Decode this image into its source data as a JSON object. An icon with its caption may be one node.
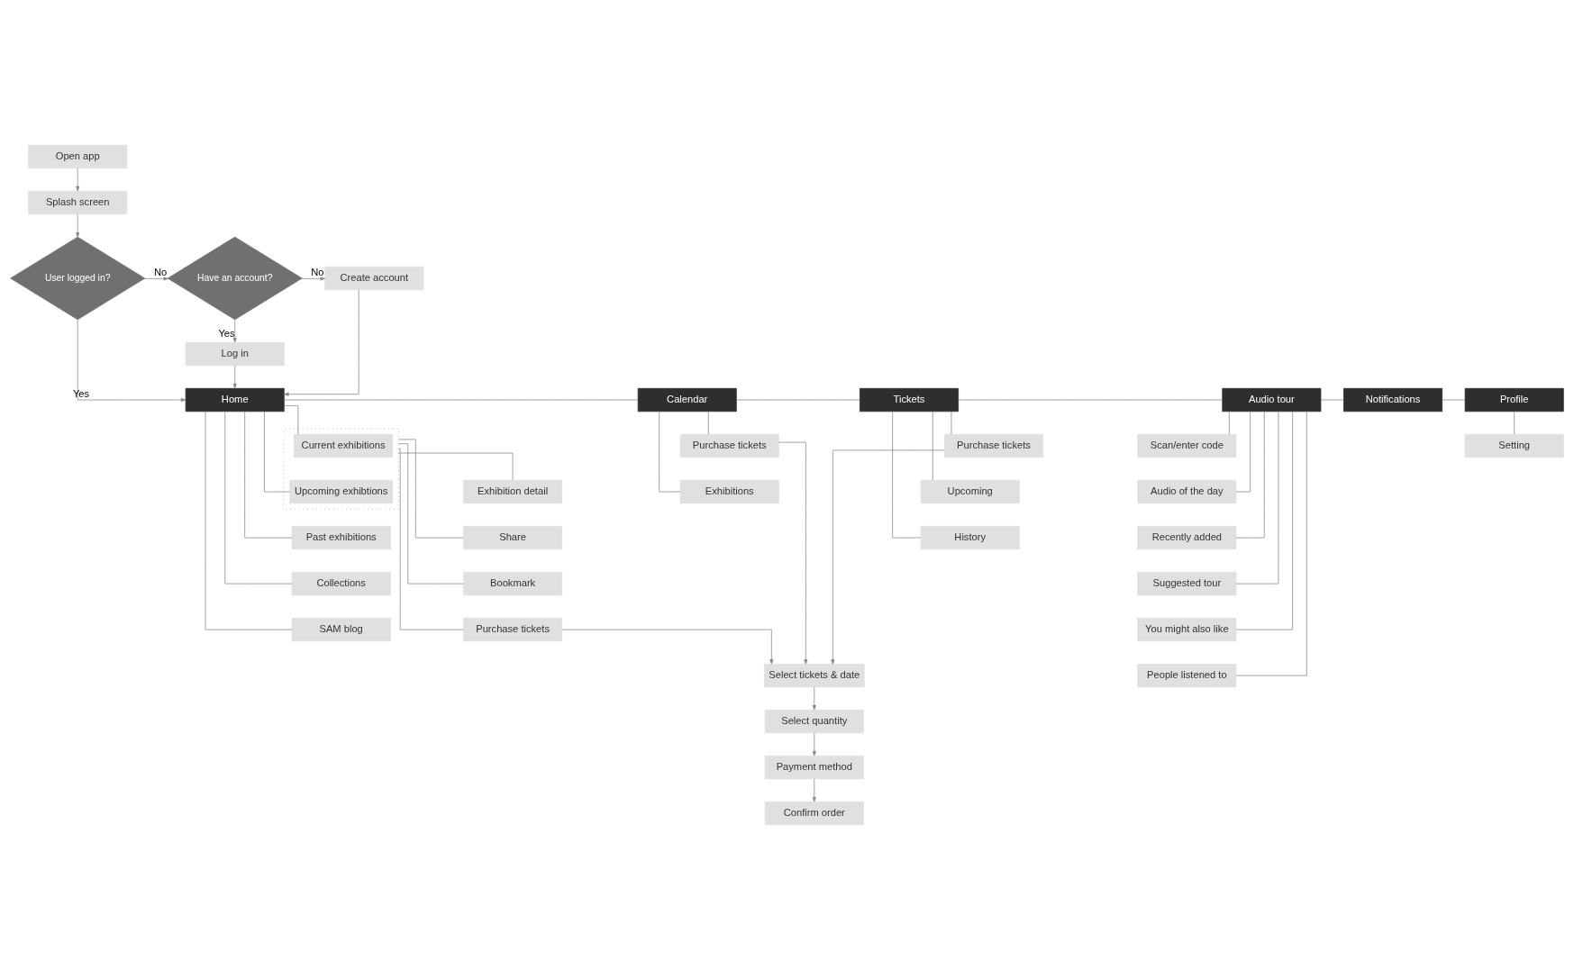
{
  "diagram": {
    "nodes": [
      {
        "text": [
          "Open app"
        ]
      },
      {
        "text": [
          "Splash screen"
        ]
      },
      {
        "text": [
          "User logged in?"
        ]
      },
      {
        "text": [
          "Have an account?"
        ]
      },
      {
        "text": [
          "Create account"
        ]
      },
      {
        "text": [
          "Log in"
        ]
      },
      {
        "text": [
          "Home"
        ]
      },
      {
        "text": [
          "Calendar"
        ]
      },
      {
        "text": [
          "Tickets"
        ]
      },
      {
        "text": [
          "Audio tour"
        ]
      },
      {
        "text": [
          "Notifications"
        ]
      },
      {
        "text": [
          "Profile"
        ]
      },
      {
        "text": [],
        "shape": "box"
      },
      {
        "text": [
          "Current exhibitions"
        ],
        "in": 12
      },
      {
        "text": [
          "Upcoming exhibtions"
        ],
        "in": 12
      },
      {
        "text": [
          "Past exhibitions"
        ]
      },
      {
        "text": [
          "Collections"
        ]
      },
      {
        "text": [
          "SAM blog"
        ]
      },
      {
        "text": [
          "Exhibition detail"
        ]
      },
      {
        "text": [
          "Share"
        ]
      },
      {
        "text": [
          "Bookmark"
        ]
      },
      {
        "text": [
          "Purchase tickets"
        ]
      },
      {
        "text": [
          "Select tickets & date"
        ]
      },
      {
        "text": [
          "Select quantity"
        ]
      },
      {
        "text": [
          "Payment method"
        ]
      },
      {
        "text": [
          "Confirm order"
        ]
      },
      {
        "text": [
          "Purchase tickets"
        ]
      },
      {
        "text": [
          "Exhibitions"
        ]
      },
      {
        "text": [
          "Purchase tickets"
        ]
      },
      {
        "text": [
          "Upcoming"
        ]
      },
      {
        "text": [
          "History"
        ]
      },
      {
        "text": [
          "Scan/enter code"
        ]
      },
      {
        "text": [
          "Audio of the day"
        ]
      },
      {
        "text": [
          "Recently added"
        ]
      },
      {
        "text": [
          "Suggested tour"
        ]
      },
      {
        "text": [
          "You might also like"
        ]
      },
      {
        "text": [
          "People listened to"
        ]
      },
      {
        "text": [
          "Setting"
        ]
      }
    ],
    "edges": [
      {
        "from": 0,
        "to": 1,
        "arrow": "to"
      },
      {
        "from": 1,
        "to": 2,
        "arrow": "to"
      },
      {
        "from": 2,
        "to": 3,
        "arrow": "to",
        "label": "No"
      },
      {
        "from": 3,
        "to": 4,
        "arrow": "to",
        "label": "No"
      },
      {
        "from": 3,
        "to": 5,
        "arrow": "to",
        "label": "Yes"
      },
      {
        "from": 2,
        "to": 6,
        "arrow": "to",
        "label": "Yes"
      },
      {
        "from": 5,
        "to": 6,
        "arrow": "to"
      },
      {
        "from": 4,
        "to": 6,
        "arrow": "to"
      },
      {
        "from": 6,
        "to": 7,
        "arrow": "none"
      },
      {
        "from": 7,
        "to": 8,
        "arrow": "none"
      },
      {
        "from": 8,
        "to": 9,
        "arrow": "none"
      },
      {
        "from": 9,
        "to": 10,
        "arrow": "none"
      },
      {
        "from": 10,
        "to": 11,
        "arrow": "none"
      },
      {
        "from": 6,
        "to": 13,
        "arrow": "none"
      },
      {
        "from": 6,
        "to": 14,
        "arrow": "none"
      },
      {
        "from": 6,
        "to": 15,
        "arrow": "none"
      },
      {
        "from": 6,
        "to": 16,
        "arrow": "none"
      },
      {
        "from": 6,
        "to": 17,
        "arrow": "none"
      },
      {
        "from": 12,
        "to": 18,
        "arrow": "none"
      },
      {
        "from": 12,
        "to": 19,
        "arrow": "none"
      },
      {
        "from": 12,
        "to": 20,
        "arrow": "none"
      },
      {
        "from": 12,
        "to": 21,
        "arrow": "none"
      },
      {
        "from": 21,
        "to": 22,
        "arrow": "to"
      },
      {
        "from": 22,
        "to": 23,
        "arrow": "to"
      },
      {
        "from": 23,
        "to": 24,
        "arrow": "to"
      },
      {
        "from": 24,
        "to": 25,
        "arrow": "to"
      },
      {
        "from": 7,
        "to": 26,
        "arrow": "none"
      },
      {
        "from": 7,
        "to": 27,
        "arrow": "none"
      },
      {
        "from": 26,
        "to": 22,
        "arrow": "to"
      },
      {
        "from": 28,
        "to": 22,
        "arrow": "to"
      },
      {
        "from": 8,
        "to": 28,
        "arrow": "none"
      },
      {
        "from": 8,
        "to": 29,
        "arrow": "none"
      },
      {
        "from": 8,
        "to": 30,
        "arrow": "none"
      },
      {
        "from": 9,
        "to": 31,
        "arrow": "none"
      },
      {
        "from": 9,
        "to": 32,
        "arrow": "none"
      },
      {
        "from": 9,
        "to": 33,
        "arrow": "none"
      },
      {
        "from": 9,
        "to": 34,
        "arrow": "none"
      },
      {
        "from": 9,
        "to": 35,
        "arrow": "none"
      },
      {
        "from": 9,
        "to": 36,
        "arrow": "none"
      },
      {
        "from": 11,
        "to": 37,
        "arrow": "none"
      }
    ]
  }
}
